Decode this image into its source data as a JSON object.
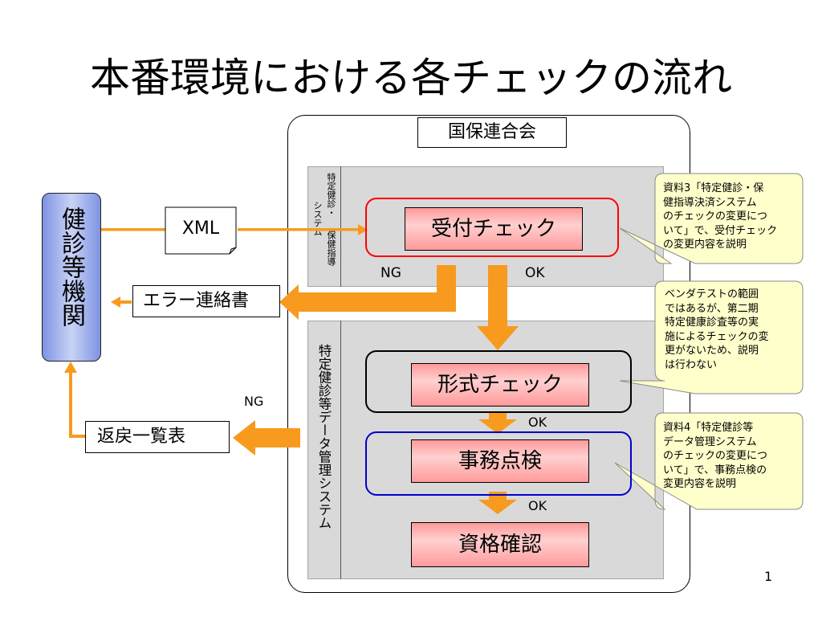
{
  "slide": {
    "title": "本番環境における各チェックの流れ",
    "page_number": "1"
  },
  "diagram": {
    "org_label": "国保連合会",
    "clinic_label": "健診等機関",
    "xml_label": "XML",
    "error_notice_label": "エラー連絡書",
    "return_list_label": "返戻一覧表",
    "panel_top_side_label_1": "特定健診・",
    "panel_top_side_label_2": "保健指導",
    "panel_top_side_label_3": "システム",
    "panel_bottom_side_label": "特定健診等データ管理システム",
    "step_receipt": "受付チェック",
    "step_format": "形式チェック",
    "step_office": "事務点検",
    "step_qualification": "資格確認",
    "ng_label_top": "NG",
    "ok_label_top": "OK",
    "ng_label_left": "NG",
    "ok_label_1": "OK",
    "ok_label_2": "OK"
  },
  "callouts": {
    "callout_1": [
      "資料3「特定健診・保",
      "健指導決済システム",
      "のチェックの変更につ",
      "いて」で、受付チェック",
      "の変更内容を説明"
    ],
    "callout_2": [
      "ベンダテストの範囲",
      "ではあるが、第二期",
      "特定健康診査等の実",
      "施によるチェックの変",
      "更がないため、説明",
      "は行わない"
    ],
    "callout_3": [
      "資料4「特定健診等",
      "データ管理システム",
      "のチェックの変更につ",
      "いて」で、事務点検の",
      "変更内容を説明"
    ]
  },
  "colors": {
    "arrow": "#f79a1e",
    "receipt_frame": "#ff0000",
    "format_frame": "#000000",
    "office_frame": "#0000cc",
    "callout_fill": "#ffffcc",
    "clinic_fill": "#8ea0e8"
  }
}
